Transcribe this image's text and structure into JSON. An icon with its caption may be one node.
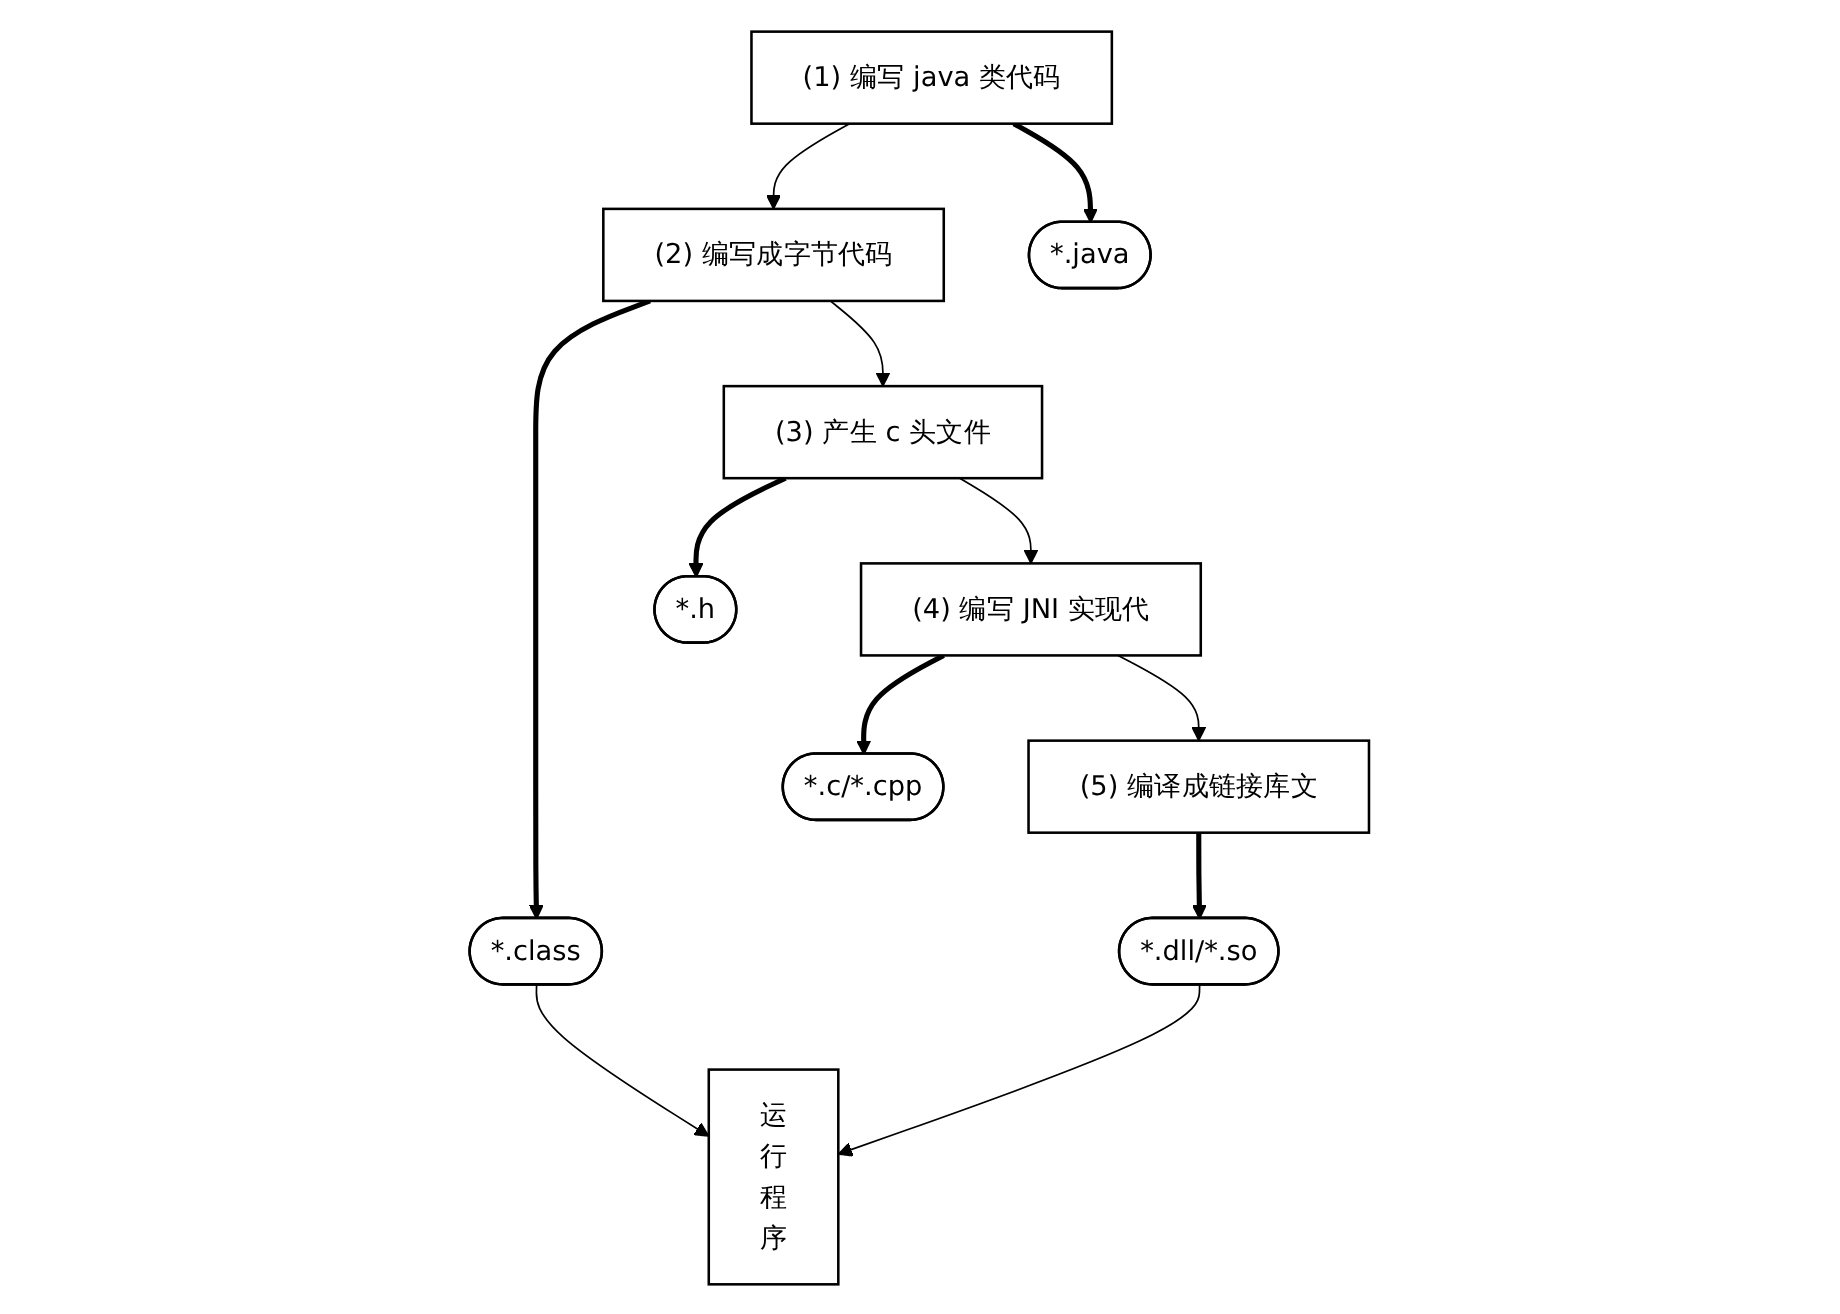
{
  "diagram": {
    "nodes": [
      {
        "text": [
          "(1) 编写 java 类代码"
        ]
      },
      {
        "text": [
          "(2) 编写成字节代码"
        ]
      },
      {
        "text": [
          "(3) 产生 c 头文件"
        ]
      },
      {
        "text": [
          "(4) 编写 JNI 实现代"
        ]
      },
      {
        "text": [
          "(5) 编译成链接库文"
        ]
      },
      {
        "text": [
          "*.java"
        ]
      },
      {
        "text": [
          "*.class"
        ]
      },
      {
        "text": [
          "*.h"
        ]
      },
      {
        "text": [
          "*.c/*.cpp"
        ]
      },
      {
        "text": [
          "*.dll/*.so"
        ]
      },
      {
        "text": [
          "运行程序"
        ]
      }
    ],
    "edges": [
      {
        "from": 0,
        "to": 1,
        "arrow": "to"
      },
      {
        "from": 1,
        "to": 2,
        "arrow": "to"
      },
      {
        "from": 2,
        "to": 3,
        "arrow": "to"
      },
      {
        "from": 3,
        "to": 4,
        "arrow": "to"
      },
      {
        "from": 0,
        "to": 5,
        "arrow": "to",
        "style": "thick"
      },
      {
        "from": 1,
        "to": 6,
        "arrow": "to",
        "style": "thick"
      },
      {
        "from": 2,
        "to": 7,
        "arrow": "to",
        "style": "thick"
      },
      {
        "from": 3,
        "to": 8,
        "arrow": "to",
        "style": "thick"
      },
      {
        "from": 4,
        "to": 9,
        "arrow": "to",
        "style": "thick"
      },
      {
        "from": 6,
        "to": 10,
        "arrow": "to"
      },
      {
        "from": 9,
        "to": 10,
        "arrow": "to"
      }
    ]
  }
}
